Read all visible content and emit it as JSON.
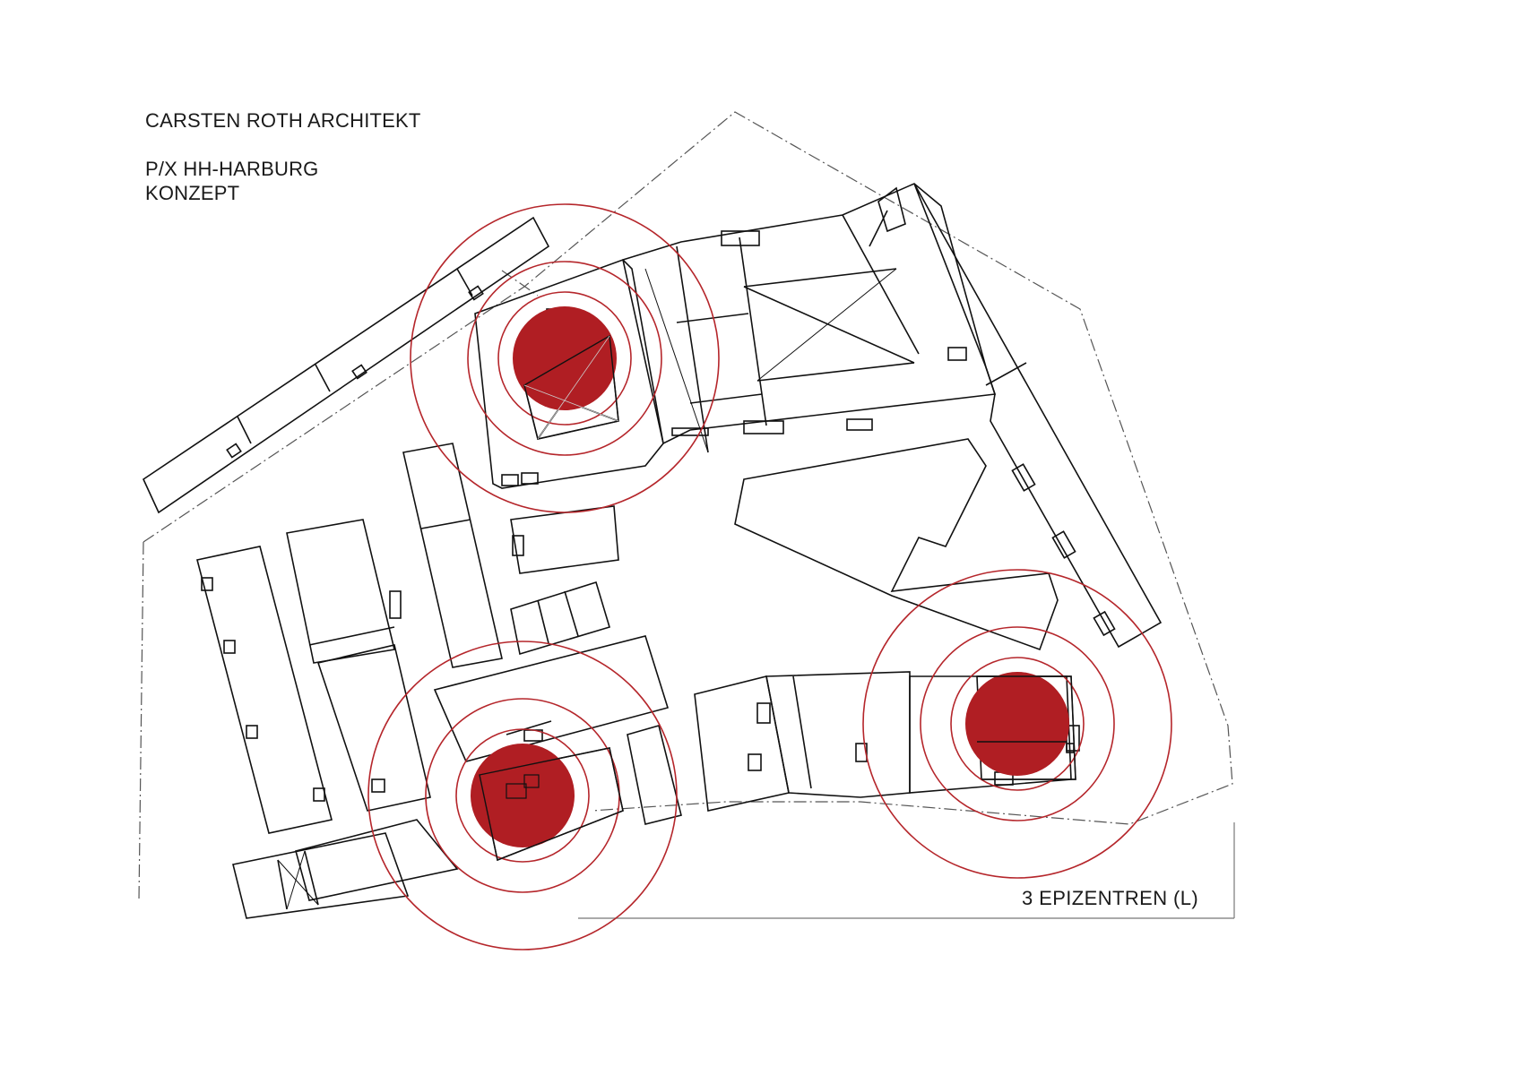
{
  "header": {
    "office": "CARSTEN ROTH ARCHITEKT",
    "project": "P/X  HH-HARBURG",
    "phase": "KONZEPT"
  },
  "caption": "3  EPIZENTREN (L)",
  "colors": {
    "epicenter_fill": "#b01e23",
    "ring_stroke": "#b5262b",
    "building_stroke": "#111111",
    "boundary_stroke": "#555555"
  },
  "epicenters": [
    {
      "label": ""
    },
    {
      "label": ""
    },
    {
      "label": ""
    }
  ]
}
